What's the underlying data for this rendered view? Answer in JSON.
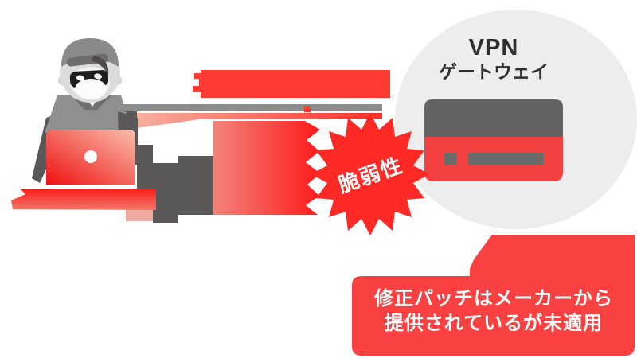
{
  "illustration": {
    "background_color": "#FFFFFF",
    "attacker": {
      "description": "masked-hacker-with-laptop",
      "hood_color": "#8A8A8A",
      "body_color": "#8F8F8F",
      "arm_color": "#595757",
      "laptop_color_left": "#EE1010",
      "laptop_color_right": "#F9BFAD"
    },
    "attack": {
      "band_fill": "#FF3B33",
      "shadow_bar_fill": "#8D8D8D",
      "shadow_stairs_fill": "#595757",
      "arrow_gradient_start": "#F2837A",
      "arrow_gradient_end": "#FF1B1B",
      "wedge_gradient_start": "#F7B4A4",
      "wedge_gradient_end": "#FD2E28",
      "desk_fill": "#FB1D18",
      "pink_block_fill": "#EFAAA0"
    },
    "burst": {
      "label": "脆弱性",
      "fill": "#FF2A26",
      "text_color": "#FFFFFF"
    },
    "gateway": {
      "title_line1": "VPN",
      "title_line2": "ゲートウェイ",
      "text_color": "#322E2E",
      "bubble_fill": "#EDEDED",
      "device": {
        "top_fill": "#636363",
        "body_fill": "#F44040",
        "port_fill": "#6B6B6B"
      }
    },
    "callout": {
      "line1": "修正パッチはメーカーから",
      "line2": "提供されているが未適用",
      "fill": "#FA4141",
      "text_color": "#FFFFFF"
    }
  }
}
